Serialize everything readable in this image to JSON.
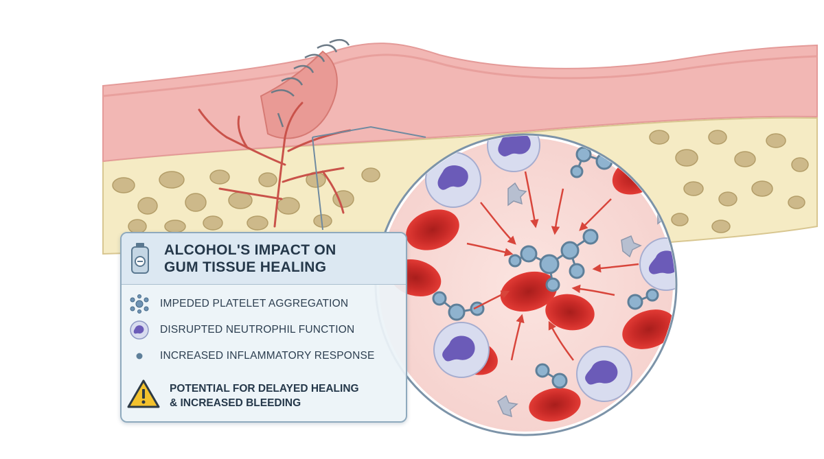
{
  "infographic": {
    "title_line1": "ALCOHOL'S IMPACT ON",
    "title_line2": "GUM TISSUE HEALING",
    "items": [
      {
        "label": "IMPEDED PLATELET AGGREGATION",
        "icon": "platelet-cluster-icon"
      },
      {
        "label": "DISRUPTED NEUTROPHIL FUNCTION",
        "icon": "neutrophil-icon"
      },
      {
        "label": "INCREASED INFLAMMATORY RESPONSE",
        "icon": "small-dot-icon"
      }
    ],
    "warning_line1": "POTENTIAL FOR DELAYED HEALING",
    "warning_line2": "& INCREASED BLEEDING",
    "warning_icon": "warning-triangle-icon",
    "bottle_icon": "alcohol-bottle-icon"
  },
  "colors": {
    "gum": "#f2b7b4",
    "gum_dark": "#e49a98",
    "bone": "#f5ebc4",
    "bone_pore": "#cdb98a",
    "vessel": "#c9524a",
    "rbc": "#d9302c",
    "neutrophil_nucleus": "#6b5bb8",
    "molecule": "#8fb3cf",
    "arrow": "#d8453b",
    "panel_border": "#8ea9bd",
    "warning": "#f3c22d"
  }
}
